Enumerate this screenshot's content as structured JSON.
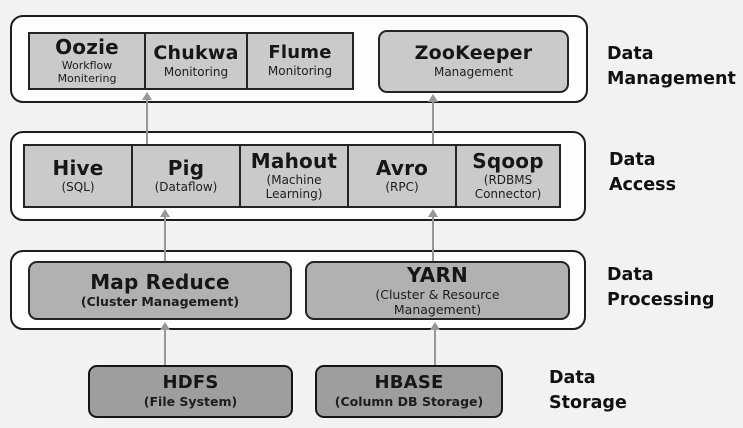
{
  "diagram": "Hadoop ecosystem layer diagram",
  "layers": [
    {
      "label": "Data Management",
      "components": [
        {
          "title": "Oozie",
          "subtitle": "Workflow Monitering"
        },
        {
          "title": "Chukwa",
          "subtitle": "Monitoring"
        },
        {
          "title": "Flume",
          "subtitle": "Monitoring"
        },
        {
          "title": "ZooKeeper",
          "subtitle": "Management"
        }
      ]
    },
    {
      "label": "Data Access",
      "components": [
        {
          "title": "Hive",
          "subtitle": "(SQL)"
        },
        {
          "title": "Pig",
          "subtitle": "(Dataflow)"
        },
        {
          "title": "Mahout",
          "subtitle": "(Machine Learning)"
        },
        {
          "title": "Avro",
          "subtitle": "(RPC)"
        },
        {
          "title": "Sqoop",
          "subtitle": "(RDBMS Connector)"
        }
      ]
    },
    {
      "label": "Data Processing",
      "components": [
        {
          "title": "Map Reduce",
          "subtitle": "(Cluster Management)"
        },
        {
          "title": "YARN",
          "subtitle": "(Cluster & Resource Management)"
        }
      ]
    },
    {
      "label": "Data Storage",
      "components": [
        {
          "title": "HDFS",
          "subtitle": "(File System)"
        },
        {
          "title": "HBASE",
          "subtitle": "(Column DB Storage)"
        }
      ]
    }
  ],
  "colors": {
    "page_background": "#f3f2f1",
    "container_fill": "#fdfdfd",
    "container_border": "#1d1d1d",
    "box_fill_light": "#cbcaca",
    "box_fill_medium": "#b2b1b0",
    "box_fill_dark": "#9f9e9d",
    "arrow": "#979797",
    "text": "#161616"
  }
}
